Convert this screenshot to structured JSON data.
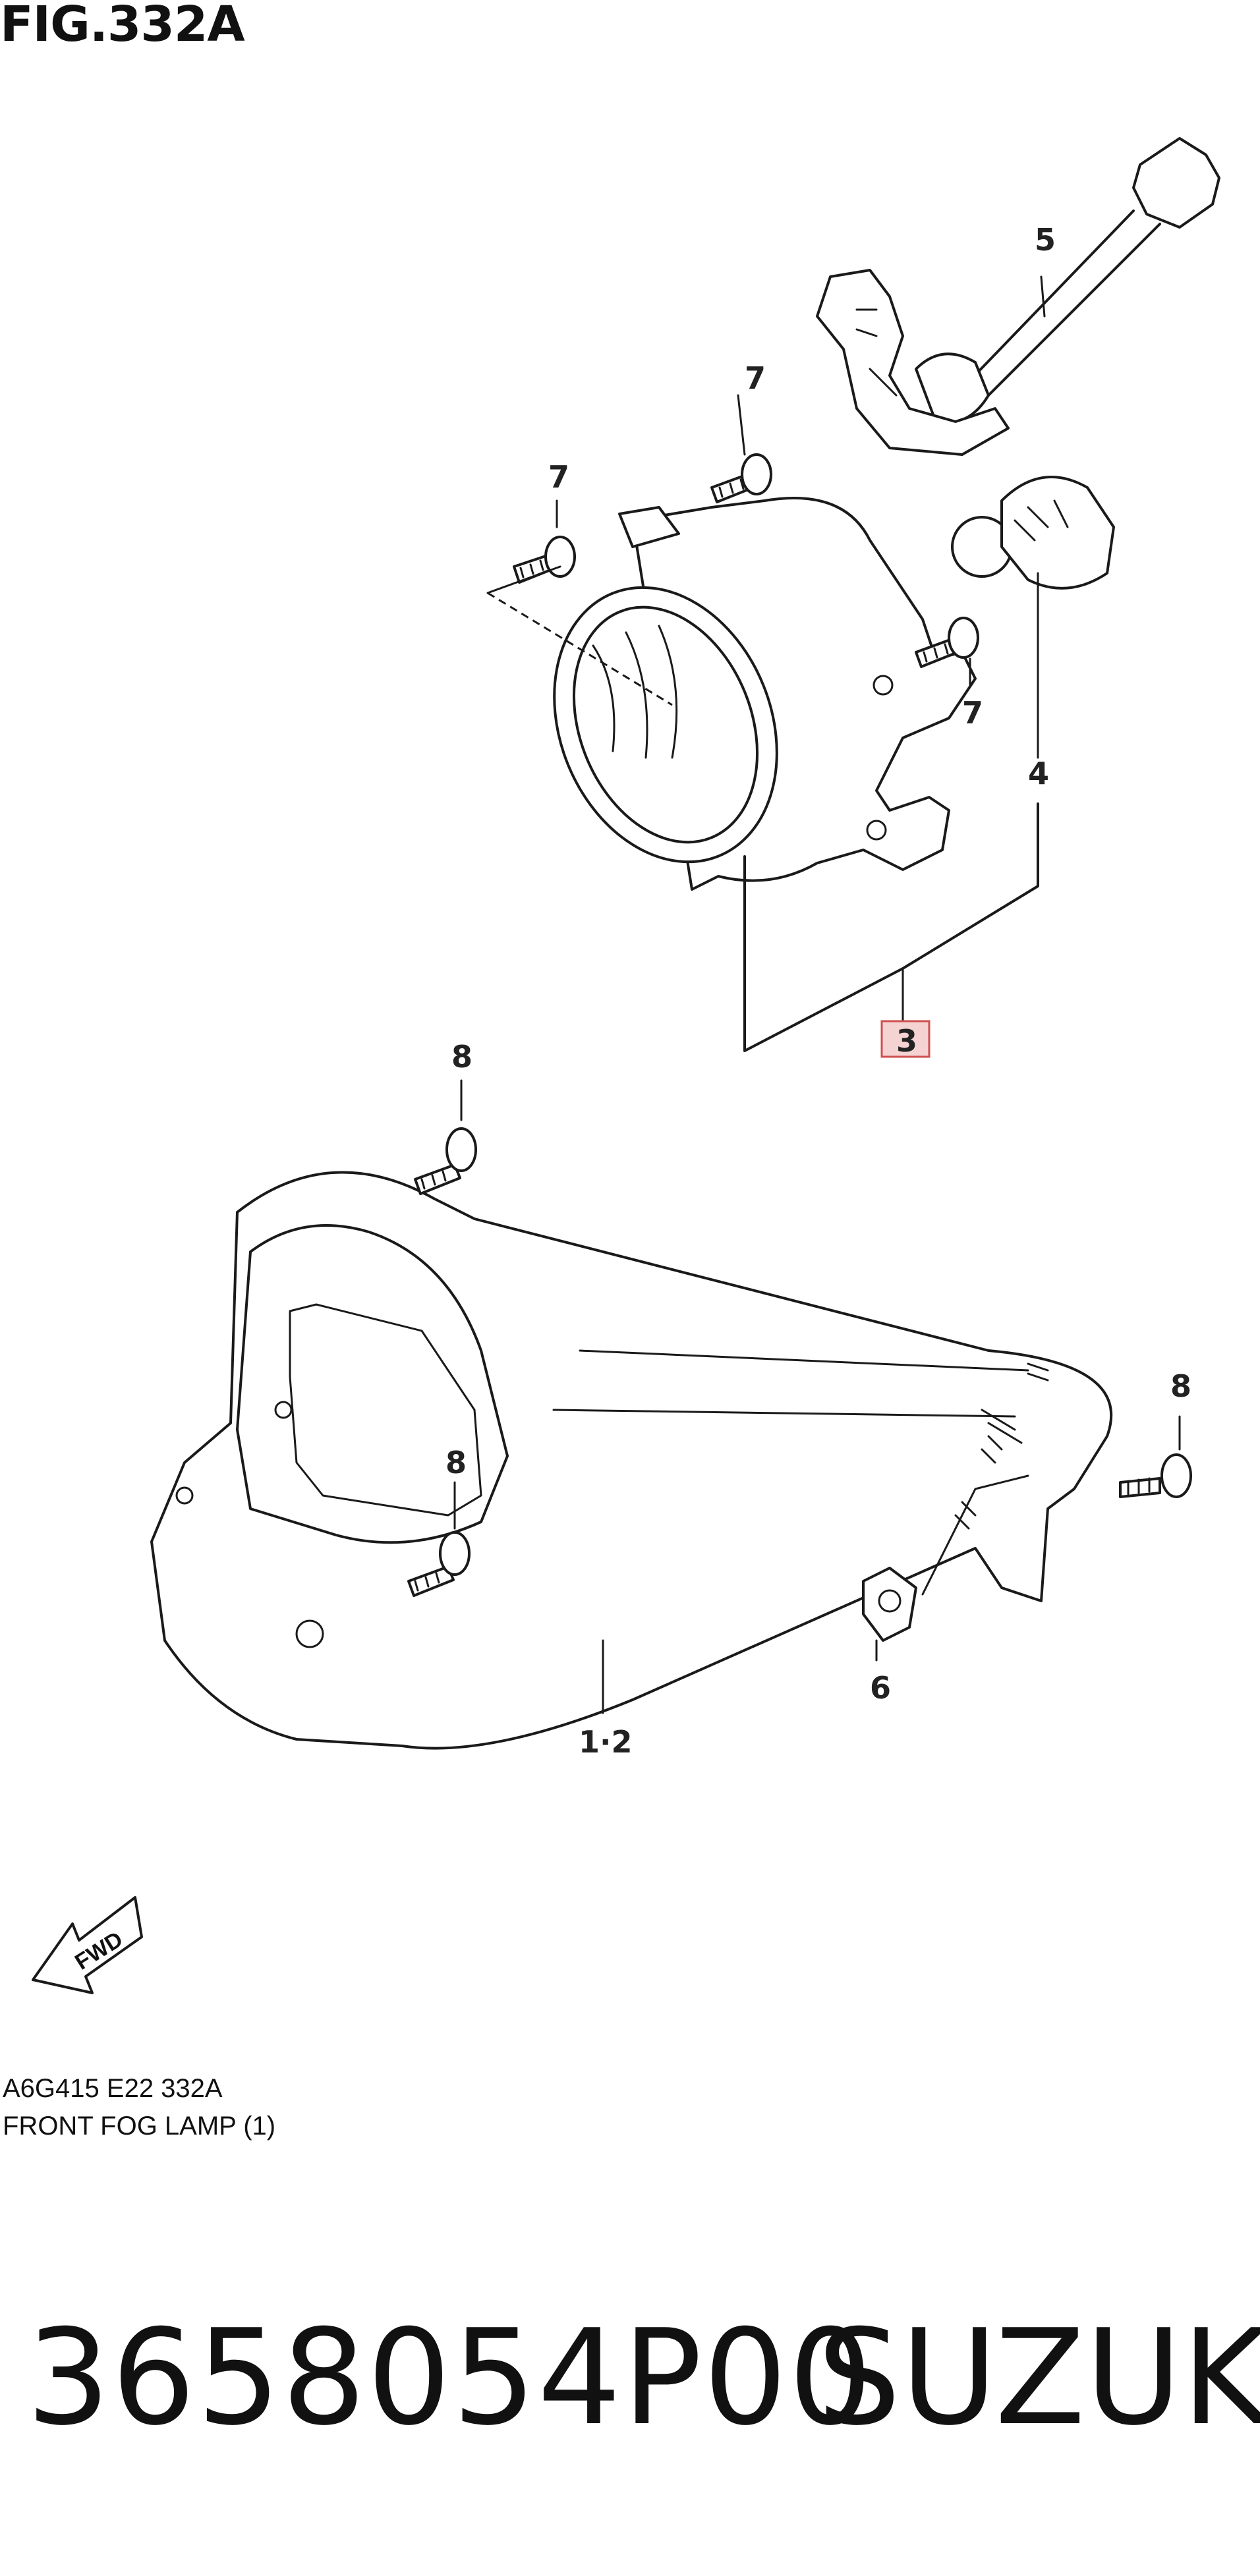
{
  "figure": {
    "title": "FIG.332A"
  },
  "callouts": {
    "harness": "5",
    "bulb": "4",
    "lamp_assembly": "3",
    "screw_a": "7",
    "screw_b": "7",
    "screw_c": "7",
    "bolt_top": "8",
    "bolt_inner": "8",
    "bolt_right": "8",
    "nut": "6",
    "bracket": "1·2"
  },
  "fwd_label": "FWD",
  "footer": {
    "code": "A6G415 E22 332A",
    "description": "FRONT FOG LAMP (1)"
  },
  "part_number": "3658054P00",
  "brand": "SUZUKI",
  "colors": {
    "highlight_fill": "#f6d3d3",
    "highlight_stroke": "#d05050",
    "line": "#1a1a1a"
  }
}
